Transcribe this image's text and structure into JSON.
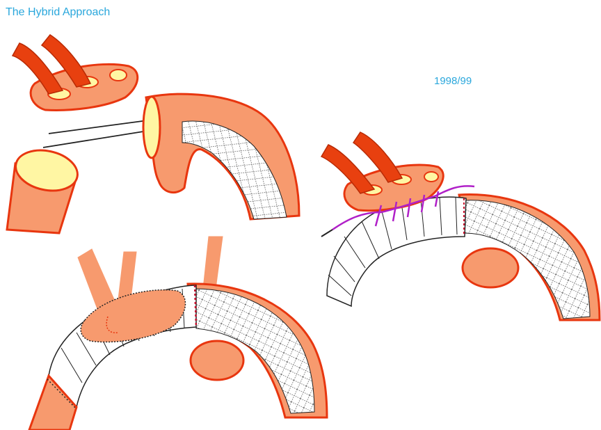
{
  "slide": {
    "title": "The Hybrid Approach",
    "year": "1998/99"
  },
  "colors": {
    "title_text": "#2aa7dc",
    "tissue_fill": "#f79a6e",
    "tissue_outline": "#e8360f",
    "vessel_fill": "#e8400f",
    "lumen_fill": "#fff6a3",
    "suture_dark": "#222222",
    "suture_red": "#c8102e",
    "suture_purple": "#b020c8",
    "graft_line": "#333333"
  },
  "figures": [
    {
      "name": "disassembled-arch"
    },
    {
      "name": "elephant-trunk-anastomosis"
    },
    {
      "name": "completed-hybrid-repair"
    }
  ]
}
